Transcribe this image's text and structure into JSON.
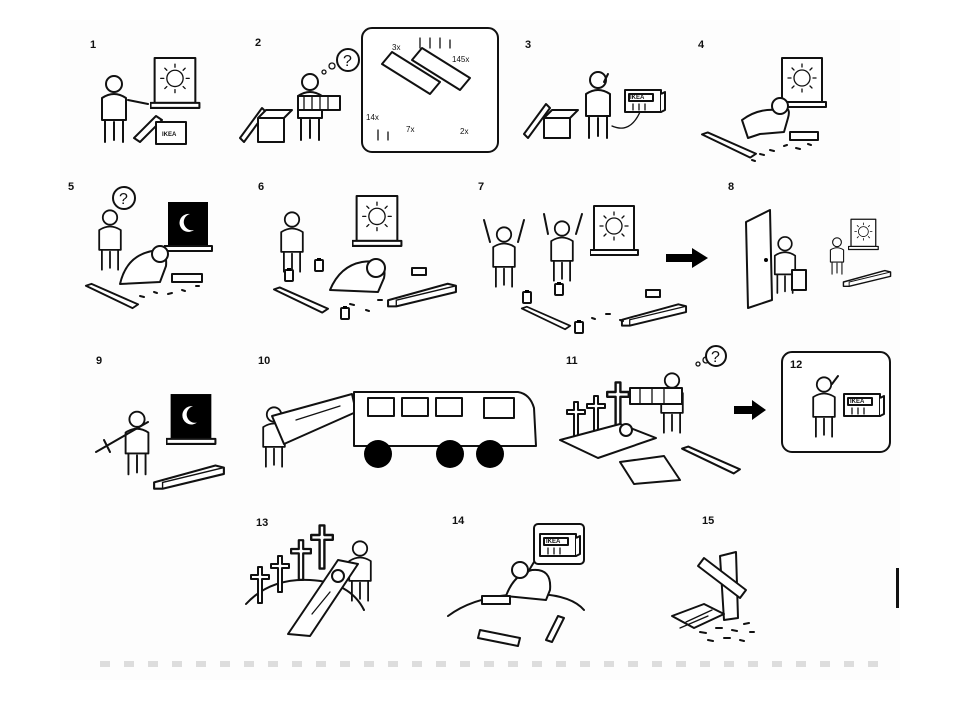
{
  "panels": [
    {
      "num": "1"
    },
    {
      "num": "2"
    },
    {
      "num": "3"
    },
    {
      "num": "4"
    },
    {
      "num": "5"
    },
    {
      "num": "6"
    },
    {
      "num": "7"
    },
    {
      "num": "8"
    },
    {
      "num": "9"
    },
    {
      "num": "10"
    },
    {
      "num": "11"
    },
    {
      "num": "12"
    },
    {
      "num": "13"
    },
    {
      "num": "14"
    },
    {
      "num": "15"
    }
  ],
  "box_label": "IKEA",
  "parts": {
    "a": "3x",
    "b": "145x",
    "c": "14x",
    "d": "7x",
    "e": "2x"
  },
  "question_mark": "?",
  "icons": [
    "sun-window",
    "moon-window",
    "question-bubble",
    "ikea-box",
    "arrow-right",
    "cross",
    "bus",
    "rifle",
    "phone"
  ]
}
